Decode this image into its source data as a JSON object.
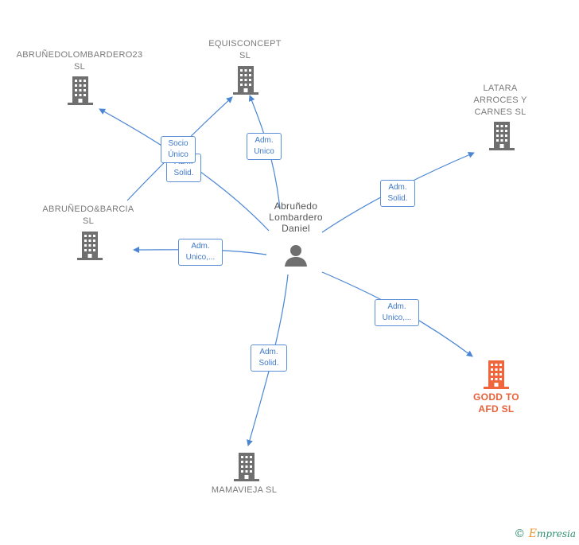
{
  "diagram": {
    "center": {
      "name": "Abruñedo\nLombardero\nDaniel",
      "icon": "person-icon"
    },
    "companies": [
      {
        "id": "abrunedolombardero23",
        "name": "ABRUÑEDOLOMBARDERO23\nSL",
        "icon": "building-icon"
      },
      {
        "id": "equisconcept",
        "name": "EQUISCONCEPT\nSL",
        "icon": "building-icon"
      },
      {
        "id": "latara",
        "name": "LATARA\nARROCES Y\nCARNES  SL",
        "icon": "building-icon"
      },
      {
        "id": "abrunedobarcia",
        "name": "ABRUÑEDO&BARCIA\nSL",
        "icon": "building-icon"
      },
      {
        "id": "goddto",
        "name": "GODD TO\nAFD  SL",
        "icon": "building-icon",
        "highlight": true
      },
      {
        "id": "mamavieja",
        "name": "MAMAVIEJA  SL",
        "icon": "building-icon"
      }
    ],
    "roles": {
      "socio_unico": "Socio\nÚnico",
      "adm_solid_hidden": "Adm.\nSolid.",
      "adm_unico_equis": "Adm.\nUnico",
      "adm_solid_latara": "Adm.\nSolid.",
      "adm_unico_barcia": "Adm.\nUnico,...",
      "adm_unico_godd": "Adm.\nUnico,...",
      "adm_solid_mama": "Adm.\nSolid."
    },
    "colors": {
      "edge": "#4a86d4",
      "icon_default": "#6f6f6f",
      "icon_highlight": "#f0663c"
    }
  },
  "footer": {
    "copyright": "©",
    "brand_initial": "E",
    "brand_rest": "mpresia"
  }
}
